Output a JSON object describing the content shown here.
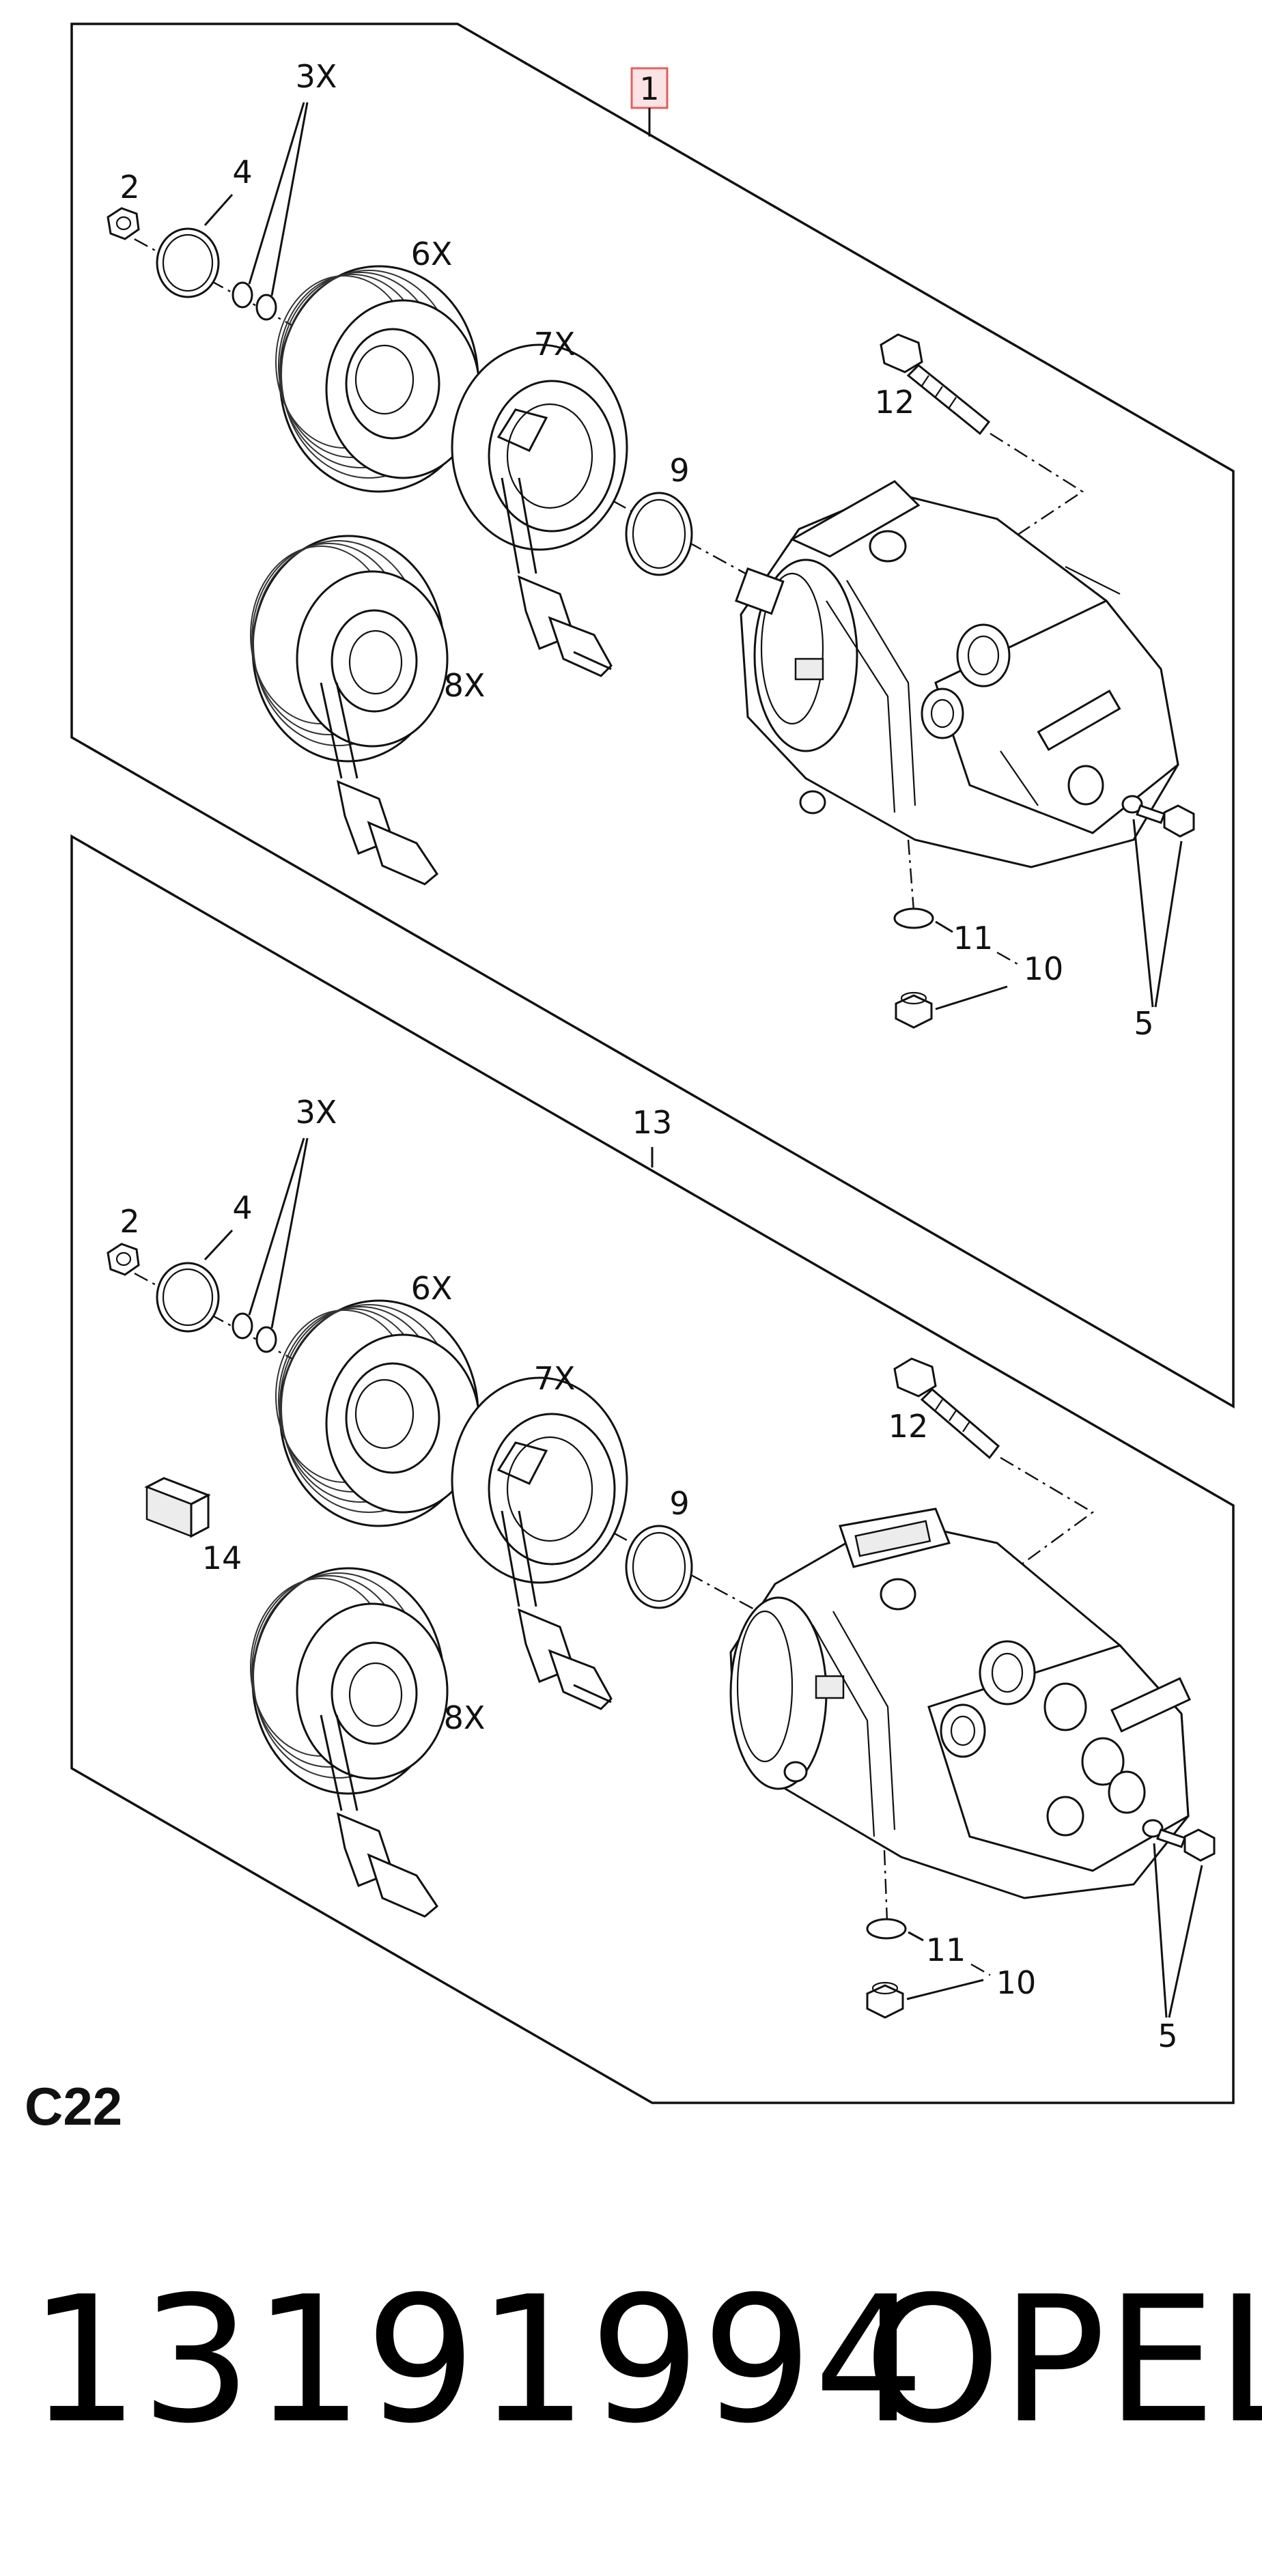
{
  "diagram": {
    "page_code": "C22",
    "part_number": "13191994",
    "brand": "OPEL",
    "upper_group": {
      "assembly_callout": "1",
      "callouts": {
        "c2": "2",
        "c3": "3X",
        "c4": "4",
        "c5": "5",
        "c6": "6X",
        "c7": "7X",
        "c8": "8X",
        "c9": "9",
        "c10": "10",
        "c11": "11",
        "c12": "12"
      }
    },
    "lower_group": {
      "assembly_callout": "13",
      "callouts": {
        "c2": "2",
        "c3": "3X",
        "c4": "4",
        "c5": "5",
        "c6": "6X",
        "c7": "7X",
        "c8": "8X",
        "c9": "9",
        "c10": "10",
        "c11": "11",
        "c12": "12",
        "c14": "14"
      }
    },
    "highlight_color": "#e06060"
  }
}
